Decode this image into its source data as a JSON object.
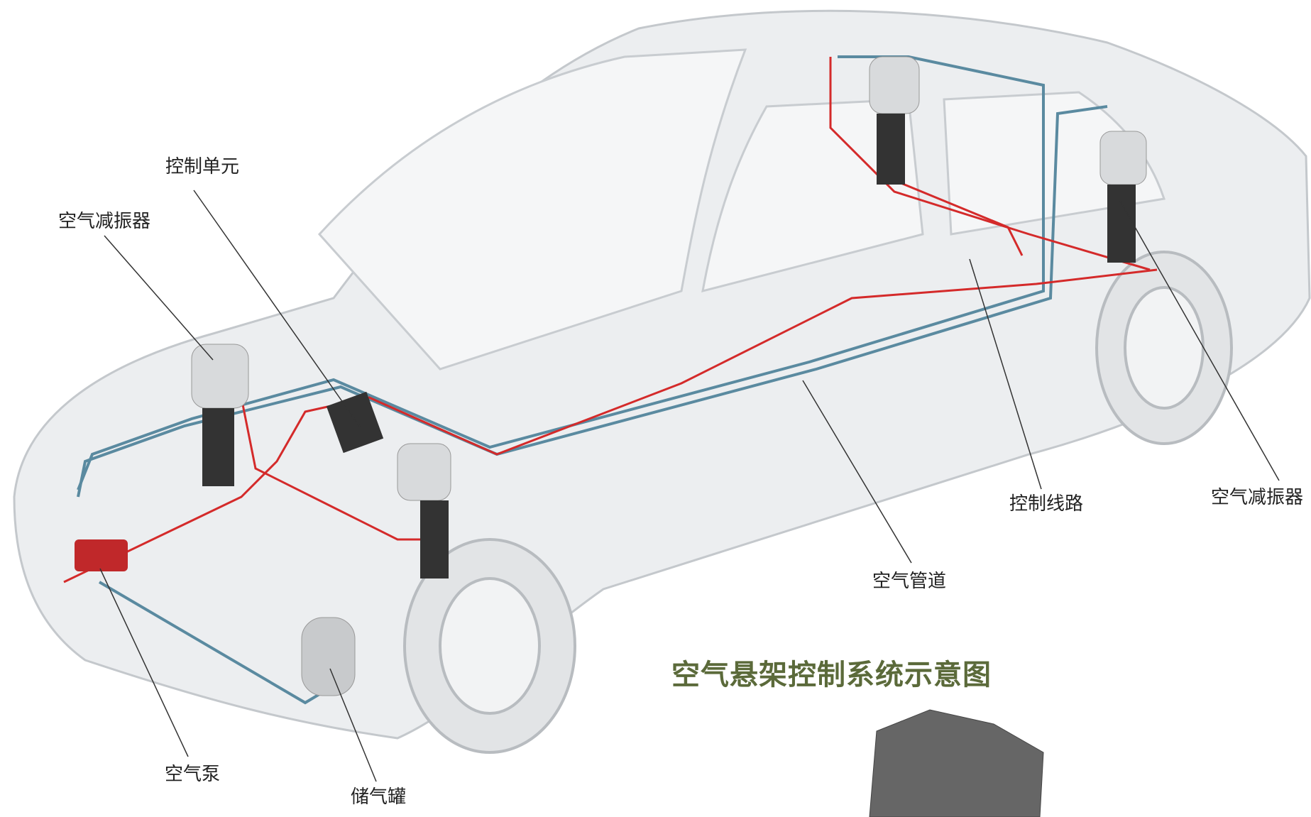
{
  "title": "空气悬架控制系统示意图",
  "labels": {
    "control_unit": "控制单元",
    "air_spring_front": "空气减振器",
    "air_spring_rear": "空气减振器",
    "control_wiring": "控制线路",
    "air_line": "空气管道",
    "air_pump": "空气泵",
    "air_reservoir": "储气罐"
  },
  "colors": {
    "title": "#5b6a3a",
    "wiring": "#d42a2a",
    "air_line": "#5a8aa0",
    "body": "#e8eaec"
  }
}
